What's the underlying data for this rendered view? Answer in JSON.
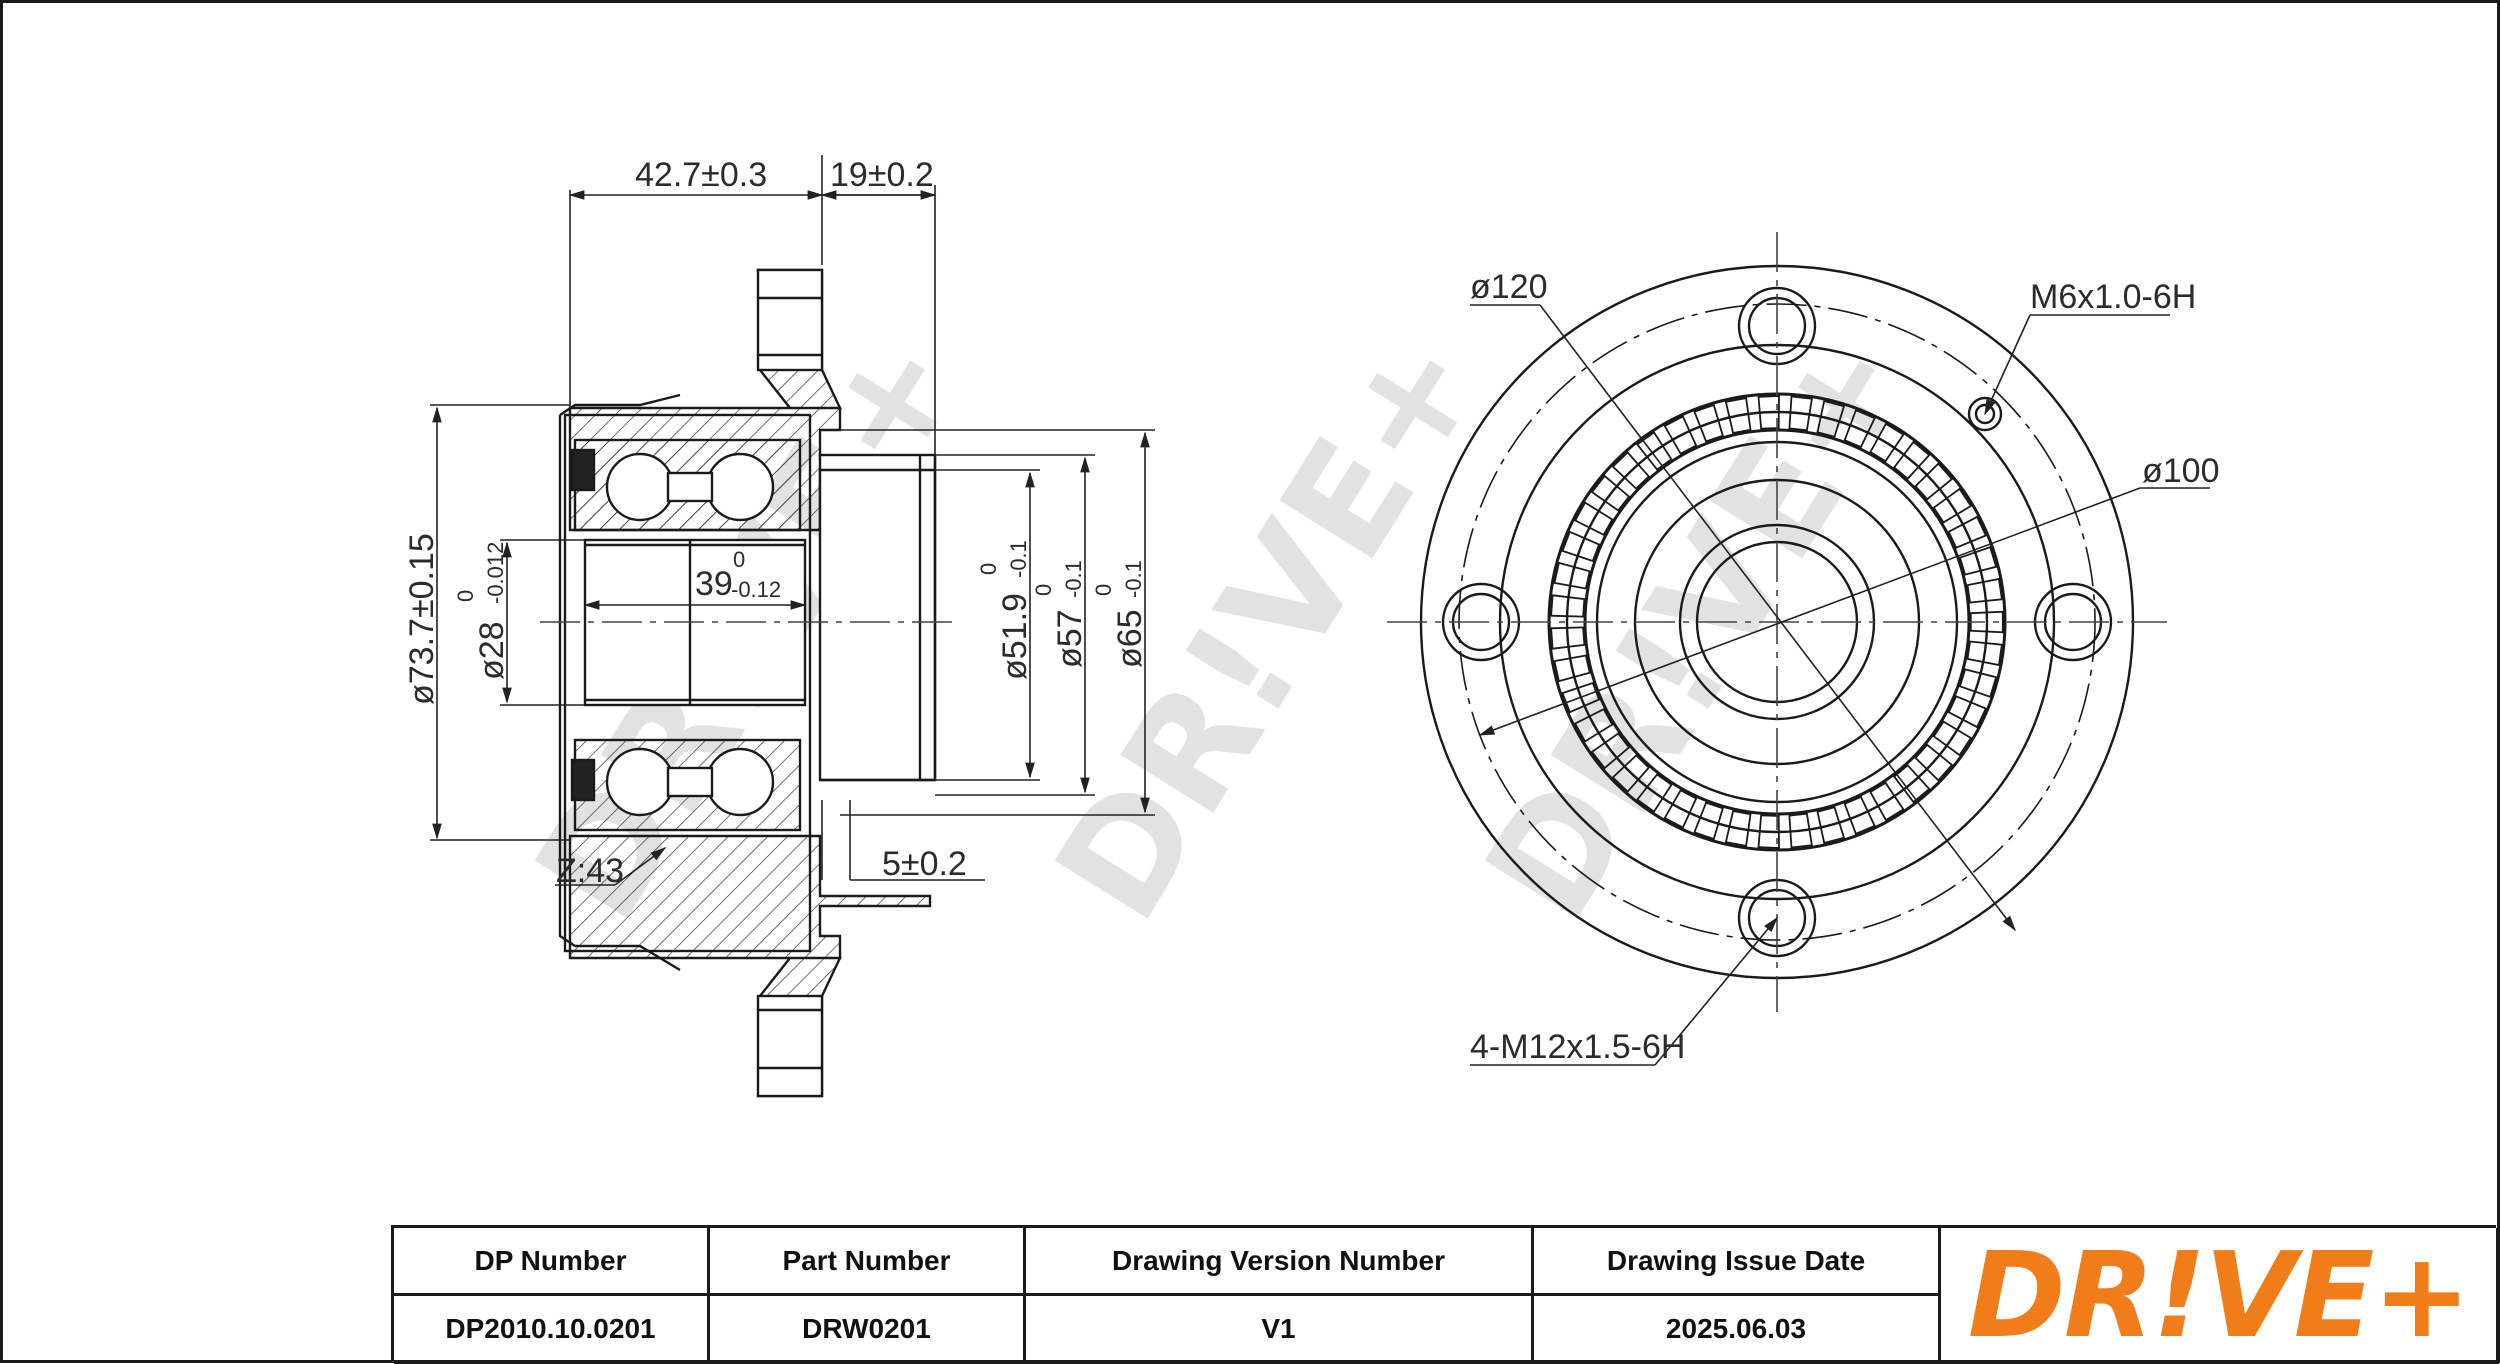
{
  "dimensions": {
    "width_total": "42.7±0.3",
    "flange_width": "19±0.2",
    "offset": "5±0.2",
    "outer_diameter": "ø73.7±0.15",
    "bore_diameter": "ø28",
    "bore_tol_upper": "0",
    "bore_tol_lower": "-0.012",
    "inner_width": "39",
    "inner_width_tol_upper": "0",
    "inner_width_tol_lower": "-0.12",
    "d51": "ø51.9",
    "d51_tol_upper": "0",
    "d51_tol_lower": "-0.1",
    "d57": "ø57",
    "d57_tol_upper": "0",
    "d57_tol_lower": "-0.1",
    "d65": "ø65",
    "d65_tol_upper": "0",
    "d65_tol_lower": "-0.1",
    "teeth": "Z:43",
    "pcd_outer": "ø120",
    "pcd_bolt": "ø100",
    "small_thread": "M6x1.0-6H",
    "bolt_thread": "4-M12x1.5-6H"
  },
  "watermark": "DR!VE+",
  "title_block": {
    "headers": [
      "DP Number",
      "Part Number",
      "Drawing Version Number",
      "Drawing Issue Date"
    ],
    "values": [
      "DP2010.10.0201",
      "DRW0201",
      "V1",
      "2025.06.03"
    ]
  },
  "logo": "DR!VE+",
  "colors": {
    "logo": "#f07d1a",
    "line": "#1a1a1a",
    "watermark": "#dcdcdc"
  }
}
